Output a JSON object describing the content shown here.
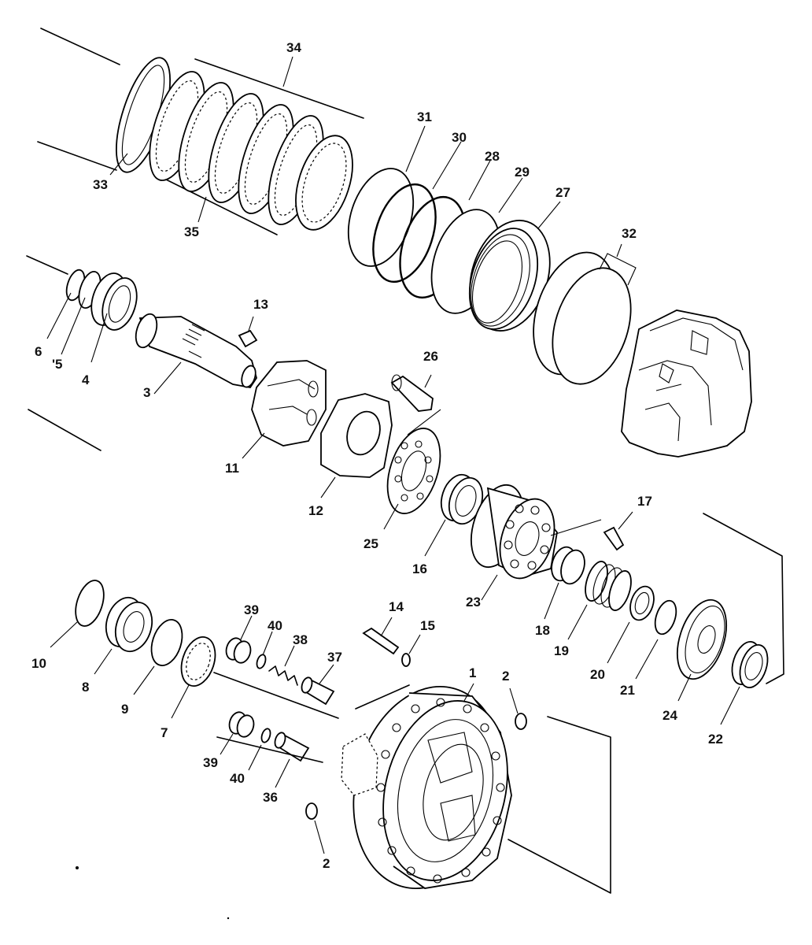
{
  "labels": {
    "p1": "1",
    "p2a": "2",
    "p2b": "2",
    "p3": "3",
    "p4": "4",
    "p5": "'5",
    "p6": "6",
    "p7": "7",
    "p8": "8",
    "p9": "9",
    "p10": "10",
    "p11": "11",
    "p12": "12",
    "p13": "13",
    "p14": "14",
    "p15": "15",
    "p16": "16",
    "p17": "17",
    "p18": "18",
    "p19": "19",
    "p20": "20",
    "p21": "21",
    "p22": "22",
    "p23": "23",
    "p24": "24",
    "p25": "25",
    "p26": "26",
    "p27": "27",
    "p28": "28",
    "p29": "29",
    "p30": "30",
    "p31": "31",
    "p32": "32",
    "p33": "33",
    "p34": "34",
    "p35": "35",
    "p36": "36",
    "p37": "37",
    "p38": "38",
    "p39a": "39",
    "p39b": "39",
    "p40a": "40",
    "p40b": "40"
  }
}
